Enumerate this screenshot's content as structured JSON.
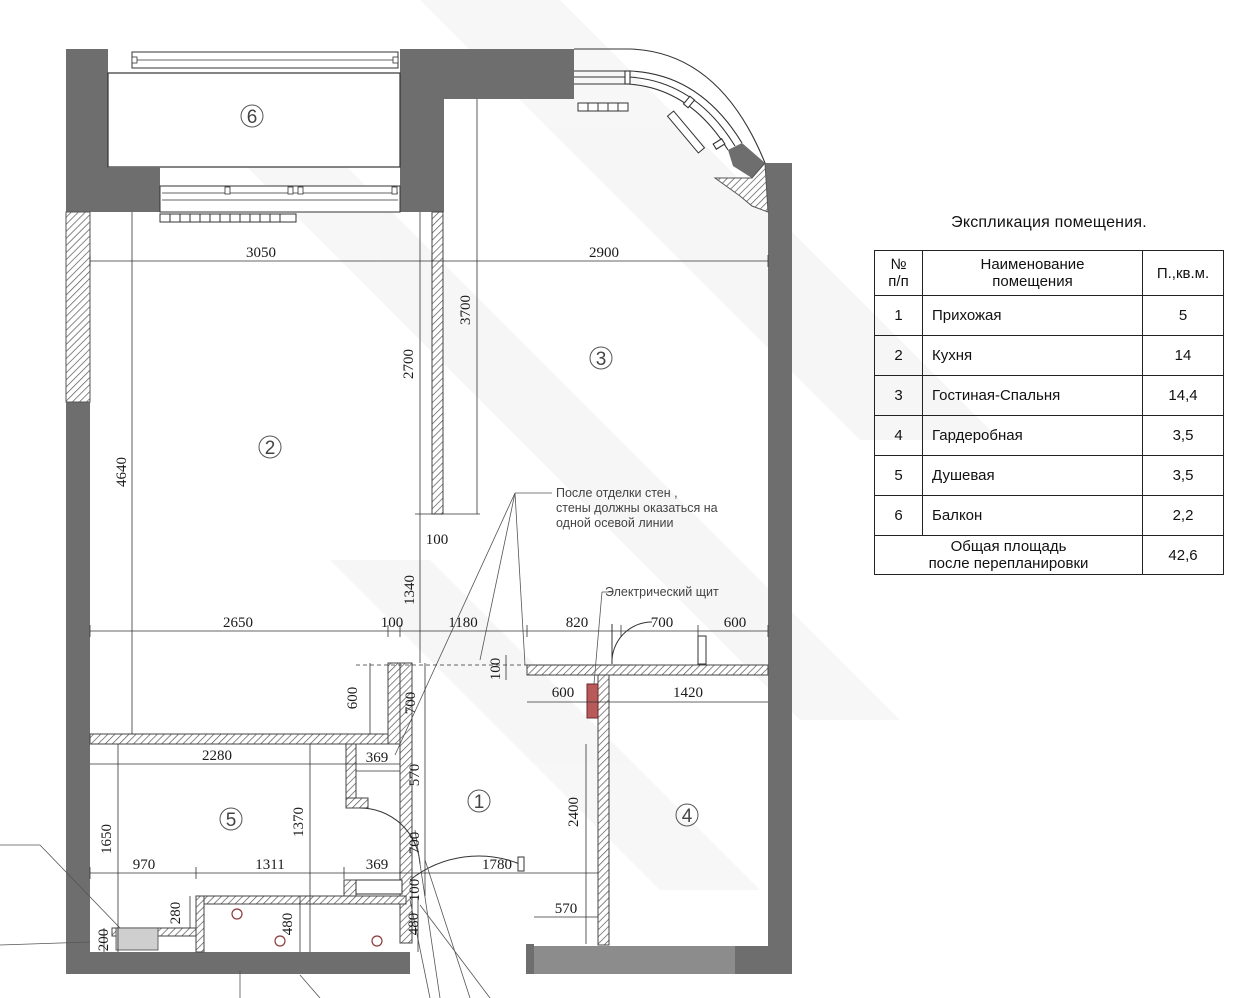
{
  "plan": {
    "rooms": [
      {
        "label": "1"
      },
      {
        "label": "2"
      },
      {
        "label": "3"
      },
      {
        "label": "4"
      },
      {
        "label": "5"
      },
      {
        "label": "6"
      }
    ],
    "dims": {
      "d3050": "3050",
      "d2900": "2900",
      "d3700": "3700",
      "d2700": "2700",
      "d4640": "4640",
      "d100a": "100",
      "d1340": "1340",
      "d2650": "2650",
      "d100b": "100",
      "d1180": "1180",
      "d820": "820",
      "d700a": "700",
      "d600a": "600",
      "d100c": "100",
      "d600b": "600",
      "d1420": "1420",
      "d600c": "600",
      "d700b": "700",
      "d2280": "2280",
      "d369a": "369",
      "d570a": "570",
      "d2400": "2400",
      "d1370": "1370",
      "d1650": "1650",
      "d700c": "700",
      "d970": "970",
      "d1311": "1311",
      "d369b": "369",
      "d1780": "1780",
      "d100d": "100",
      "d280": "280",
      "d570b": "570",
      "d480a": "480",
      "d480b": "480",
      "d200": "200"
    },
    "notes": {
      "wall_line1": "После отделки стен ,",
      "wall_line2": "стены должны оказаться на",
      "wall_line3": "одной осевой линии",
      "panel": "Электрический щит"
    }
  },
  "explication": {
    "title": "Экспликация помещения.",
    "headers": {
      "num_line1": "№",
      "num_line2": "п/п",
      "name_line1": "Наименование",
      "name_line2": "помещения",
      "area": "П.,кв.м."
    },
    "rows": [
      {
        "num": "1",
        "name": "Прихожая",
        "area": "5"
      },
      {
        "num": "2",
        "name": "Кухня",
        "area": "14"
      },
      {
        "num": "3",
        "name": "Гостиная-Спальня",
        "area": "14,4"
      },
      {
        "num": "4",
        "name": "Гардеробная",
        "area": "3,5"
      },
      {
        "num": "5",
        "name": "Душевая",
        "area": "3,5"
      },
      {
        "num": "6",
        "name": "Балкон",
        "area": "2,2"
      }
    ],
    "total": {
      "line1": "Общая площадь",
      "line2": "после перепланировки",
      "area": "42,6"
    }
  }
}
